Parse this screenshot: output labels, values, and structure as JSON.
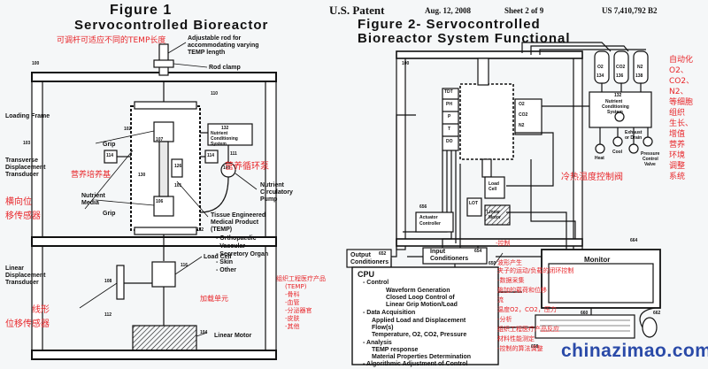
{
  "header": {
    "title": "U.S. Patent",
    "date": "Aug. 12, 2008",
    "sheet": "Sheet 2 of 9",
    "patent_no": "US 7,410,792 B2"
  },
  "figure1": {
    "title": "Figure 1",
    "subtitle": "Servocontrolled Bioreactor",
    "labels": {
      "adjustable_rod": "Adjustable rod for",
      "adjustable_rod2": "accommodating varying",
      "adjustable_rod3": "TEMP length",
      "rod_clamp": "Rod clamp",
      "loading_frame": "Loading Frame",
      "grip_top": "Grip",
      "grip_bottom": "Grip",
      "nutrient_media": "Nutrient",
      "nutrient_media2": "Media",
      "transverse1": "Transverse",
      "transverse2": "Displacement",
      "transverse3": "Transducer",
      "nutrient_pump1": "Nutrient",
      "nutrient_pump2": "Circulatory",
      "nutrient_pump3": "Pump",
      "tissue1": "Tissue Engineered",
      "tissue2": "Medical Product",
      "tissue3": "(TEMP)",
      "tissue_list": [
        "- Orthopaedic",
        "- Vascular",
        "- Secretory Organ",
        "- Skin",
        "- Other"
      ],
      "load_cell": "Load Cell",
      "linear1": "Linear",
      "linear2": "Displacement",
      "linear3": "Transducer",
      "linear_motor": "Linear Motor",
      "nutrient_sys1": "Nutrient",
      "nutrient_sys2": "Conditioning",
      "nutrient_sys3": "System"
    },
    "numbers": {
      "n100": "100",
      "n102": "102",
      "n103": "103",
      "n104": "104",
      "n106": "106",
      "n107": "107",
      "n108": "108",
      "n109": "109",
      "n110": "110",
      "n111": "111",
      "n112": "112",
      "n114a": "114",
      "n114b": "114",
      "n116": "116",
      "n126": "126",
      "n130": "130",
      "n132": "132",
      "n101": "101",
      "n112b": "112"
    }
  },
  "figure2": {
    "title": "Figure 2- Servocontrolled",
    "subtitle": "Bioreactor System Functional",
    "labels": {
      "actuator1": "Actuator",
      "actuator2": "Controller",
      "output1": "Output",
      "output2": "Conditioners",
      "input1": "Input",
      "input2": "Conditioners",
      "monitor": "Monitor",
      "nutrient_cond1": "Nutrient",
      "nutrient_cond2": "Conditioning",
      "nutrient_cond3": "System",
      "heat": "Heat",
      "cool": "Cool",
      "exhaust1": "Exhaust",
      "exhaust2": "or Drain",
      "pressure1": "Pressure",
      "pressure2": "Control",
      "pressure3": "Valve",
      "load_cell1": "Load",
      "load_cell2": "Cell",
      "linear_motor1": "Linear",
      "linear_motor2": "Motor",
      "gas1": "O2",
      "gas2": "CO2",
      "gas3": "N2",
      "lot": "LOT",
      "tdt": "TDT",
      "ph": "PH",
      "p": "P",
      "t": "T",
      "do": "DO"
    },
    "numbers": {
      "n100": "100",
      "n650": "650",
      "n652": "652",
      "n654": "654",
      "n656": "656",
      "n658": "658",
      "n660": "660",
      "n662": "662",
      "n664": "664",
      "n132": "132",
      "n134": "134",
      "n136": "136",
      "n138": "138"
    },
    "cpu": {
      "header": "CPU",
      "items": [
        {
          "head": "- Control",
          "subs": [
            "Waveform Generation",
            "Closed Loop Control of",
            "Linear Grip Motion/Load"
          ]
        },
        {
          "head": "- Data Acquisition",
          "subs": [
            "Applied Load and Displacement",
            "Flow(s)",
            "Temperature, O2, CO2, Pressure"
          ]
        },
        {
          "head": "- Analysis",
          "subs": [
            "TEMP response",
            "Material Properties Determination"
          ]
        },
        {
          "head": "- Algorithmic Adjustment of Control",
          "subs": []
        }
      ]
    }
  },
  "annotations_cn": {
    "rod_note": "可调杆可适应不同的TEMP长度",
    "nutrient_base": "营养培养基",
    "transverse": "横向位",
    "transverse2": "移传感器",
    "linear": "线形",
    "linear2": "位移传感器",
    "pump": "营养循环泵",
    "temp_product": "组织工程医疗产品",
    "temp_product2": "(TEMP)",
    "temp_list": [
      "-骨科",
      "-血管",
      "-分泌器官",
      "-皮肤",
      "-其他"
    ],
    "load_unit": "加载单元",
    "auto_list": [
      "自动化",
      "O2、",
      "CO2、",
      "N2、",
      "等细胞",
      "组织",
      "生长、",
      "增值",
      "营养",
      "环境",
      "调整",
      "系统"
    ],
    "heat_cool": "冷热温度控制阀",
    "cpu_notes": [
      "-控制",
      "波形产生",
      "夹子的运动/负载的闭环控制",
      "-数据采集",
      "施加的载荷和位移",
      "流",
      "温度O2，CO2，压力",
      "-分析",
      "组织工程医疗产品反应",
      "材料性能测定",
      "-控制的算法调整"
    ]
  },
  "watermark": {
    "text": "chinazimao.com"
  },
  "colors": {
    "annotation_red": "#e8262a",
    "watermark_blue": "#2a4aa8",
    "line": "#111111",
    "background": "#f5f7f8"
  }
}
